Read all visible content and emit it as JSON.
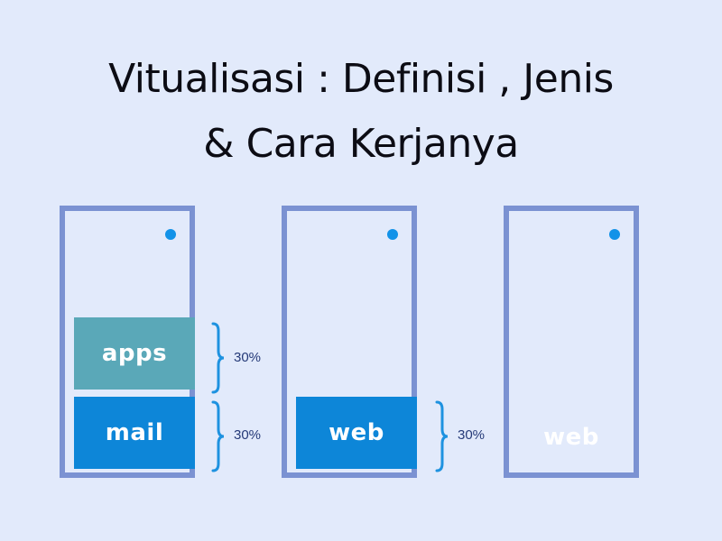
{
  "title": {
    "line1": "Vitualisasi : Definisi , Jenis",
    "line2": "& Cara Kerjanya"
  },
  "colors": {
    "background": "#e2eafb",
    "server_frame": "#7b92d2",
    "indicator": "#1292e8",
    "apps_block": "#5aa8b8",
    "primary_block": "#0d86d8",
    "label_text": "#253a78"
  },
  "servers": [
    {
      "blocks": [
        {
          "label": "apps",
          "share": "30%"
        },
        {
          "label": "mail",
          "share": "30%"
        }
      ]
    },
    {
      "blocks": [
        {
          "label": "web",
          "share": "30%"
        }
      ]
    },
    {
      "ghost_label": "web"
    }
  ]
}
